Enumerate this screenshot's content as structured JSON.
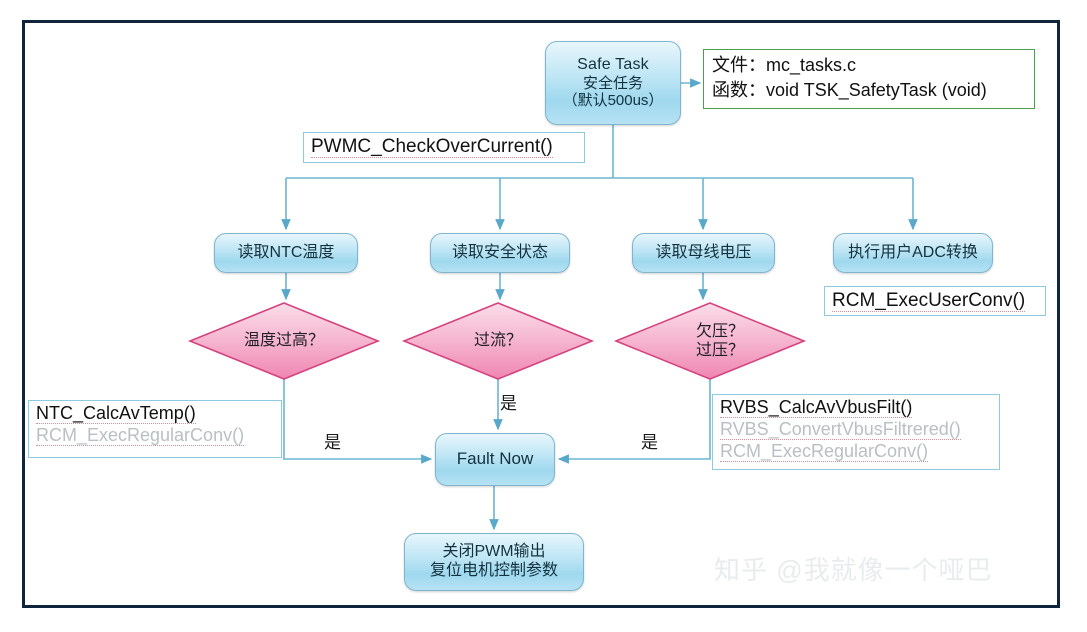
{
  "diagram": {
    "title": "Safe Task flowchart",
    "frame_border_color": "#10243c"
  },
  "nodes": {
    "safe_task": {
      "line1": "Safe Task",
      "line2": "安全任务",
      "line3": "（默认500us）"
    },
    "read_ntc": "读取NTC温度",
    "read_safety": "读取安全状态",
    "read_vbus": "读取母线电压",
    "user_adc": "执行用户ADC转换",
    "fault_now": "Fault Now",
    "shutdown": {
      "line1": "关闭PWM输出",
      "line2": "复位电机控制参数"
    }
  },
  "decisions": {
    "temp": "温度过高？",
    "overcurrent": "过流？",
    "voltage_line1": "欠压？",
    "voltage_line2": "过压？"
  },
  "callouts": {
    "pwmc": "PWMC_CheckOverCurrent()",
    "user_conv": "RCM_ExecUserConv()",
    "ntc_primary": "NTC_CalcAvTemp()",
    "ntc_secondary": "RCM_ExecRegularConv()",
    "rvbs_primary": "RVBS_CalcAvVbusFilt()",
    "rvbs_secondary": "RVBS_ConvertVbusFiltrered()",
    "rvbs_tertiary": "RCM_ExecRegularConv()"
  },
  "info_box": {
    "file_label": "文件：",
    "file_value": "mc_tasks.c",
    "function_label": "函数：",
    "function_value": "void TSK_SafetyTask (void)",
    "border_color": "#4b9e54"
  },
  "edge_labels": {
    "yes_left": "是",
    "yes_middle": "是",
    "yes_right": "是"
  },
  "watermark": "知乎 @我就像一个哑巴",
  "colors": {
    "node_fill_light": "#e8f6fc",
    "node_fill_dark": "#9fd8ee",
    "node_border": "#7fb5cf",
    "diamond_fill_light": "#f9d3e0",
    "diamond_fill_dark": "#f08cb4",
    "diamond_border": "#d4437f",
    "connector": "#6cb6d4",
    "callout_border": "#8ecbe0",
    "dim_text": "#b9bfc4"
  }
}
